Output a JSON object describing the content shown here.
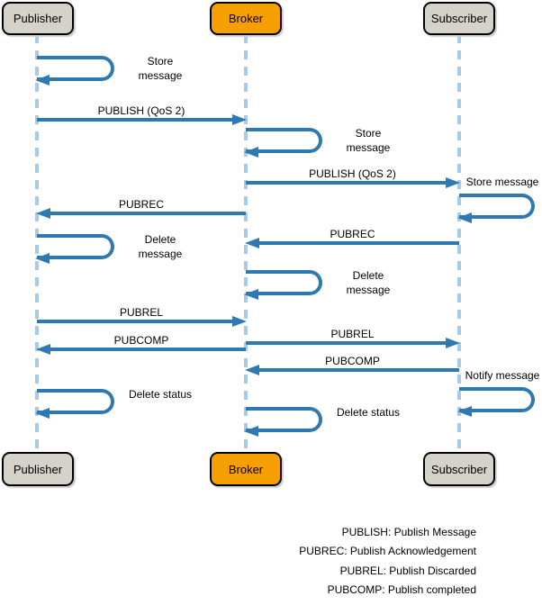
{
  "diagram": {
    "kind": "sequence-diagram",
    "actors": [
      {
        "id": "publisher",
        "label": "Publisher",
        "fill": "gray"
      },
      {
        "id": "broker",
        "label": "Broker",
        "fill": "orange"
      },
      {
        "id": "subscriber",
        "label": "Subscriber",
        "fill": "gray"
      }
    ],
    "messages": [
      {
        "kind": "self",
        "actor": "publisher",
        "label": "Store message"
      },
      {
        "kind": "arrow",
        "from": "publisher",
        "to": "broker",
        "label": "PUBLISH (QoS 2)"
      },
      {
        "kind": "self",
        "actor": "broker",
        "label": "Store message"
      },
      {
        "kind": "arrow",
        "from": "broker",
        "to": "subscriber",
        "label": "PUBLISH (QoS 2)"
      },
      {
        "kind": "self",
        "actor": "subscriber",
        "label": "Store message"
      },
      {
        "kind": "arrow",
        "from": "broker",
        "to": "publisher",
        "label": "PUBREC"
      },
      {
        "kind": "arrow",
        "from": "subscriber",
        "to": "broker",
        "label": "PUBREC"
      },
      {
        "kind": "self",
        "actor": "publisher",
        "label": "Delete message"
      },
      {
        "kind": "self",
        "actor": "broker",
        "label": "Delete message"
      },
      {
        "kind": "arrow",
        "from": "publisher",
        "to": "broker",
        "label": "PUBREL"
      },
      {
        "kind": "arrow",
        "from": "broker",
        "to": "subscriber",
        "label": "PUBREL"
      },
      {
        "kind": "arrow",
        "from": "broker",
        "to": "publisher",
        "label": "PUBCOMP"
      },
      {
        "kind": "arrow",
        "from": "subscriber",
        "to": "broker",
        "label": "PUBCOMP"
      },
      {
        "kind": "self",
        "actor": "subscriber",
        "label": "Notify message"
      },
      {
        "kind": "self",
        "actor": "publisher",
        "label": "Delete status"
      },
      {
        "kind": "self",
        "actor": "broker",
        "label": "Delete status"
      }
    ],
    "legend": [
      "PUBLISH: Publish Message",
      "PUBREC: Publish Acknowledgement",
      "PUBREL: Publish Discarded",
      "PUBCOMP: Publish completed"
    ]
  },
  "colors": {
    "arrow": "#2e79b2",
    "lifeline": "#a6cbe8",
    "actor_gray": "#d5d2ca",
    "actor_orange": "#f5a000",
    "border": "#000000"
  }
}
